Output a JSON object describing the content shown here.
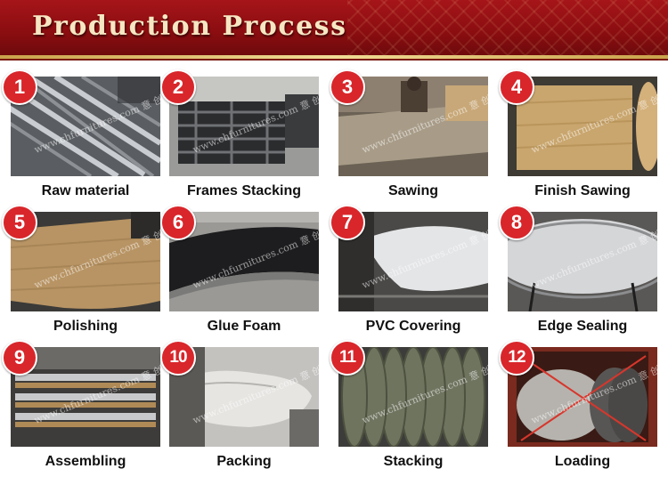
{
  "header": {
    "title": "Production Process"
  },
  "steps": [
    {
      "num": "1",
      "label": "Raw material"
    },
    {
      "num": "2",
      "label": "Frames Stacking"
    },
    {
      "num": "3",
      "label": "Sawing"
    },
    {
      "num": "4",
      "label": "Finish Sawing"
    },
    {
      "num": "5",
      "label": "Polishing"
    },
    {
      "num": "6",
      "label": "Glue Foam"
    },
    {
      "num": "7",
      "label": "PVC Covering"
    },
    {
      "num": "8",
      "label": "Edge Sealing"
    },
    {
      "num": "9",
      "label": "Assembling"
    },
    {
      "num": "10",
      "label": "Packing"
    },
    {
      "num": "11",
      "label": "Stacking"
    },
    {
      "num": "12",
      "label": "Loading"
    }
  ],
  "watermark": "www.chfurnitures.com 意 创 家 具",
  "colors": {
    "banner": "#8a0d10",
    "badge": "#d8262b",
    "gold": "#e6c77a"
  }
}
